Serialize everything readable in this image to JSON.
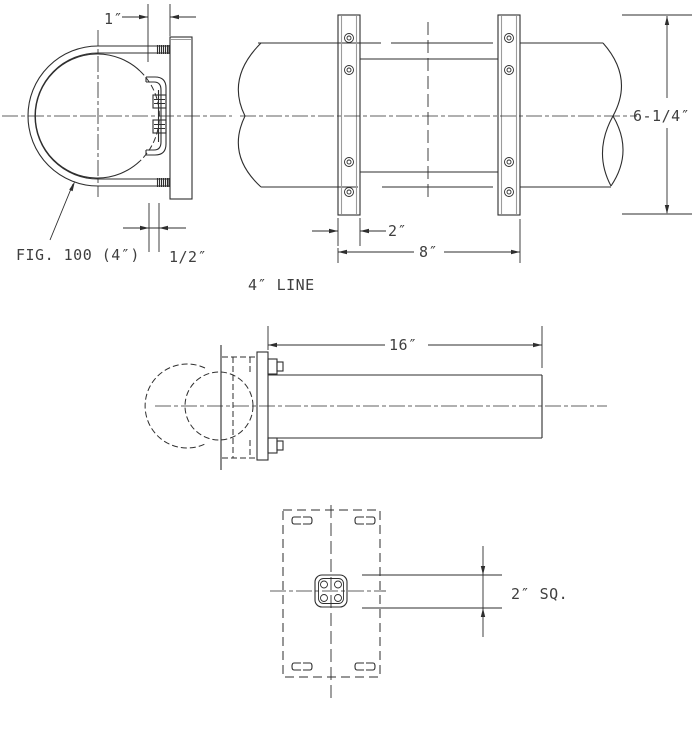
{
  "drawing": {
    "labels": {
      "figure": "FIG. 100 (4″)",
      "line4": "4″ LINE"
    },
    "dims": {
      "one": "1″",
      "half": "1/2″",
      "two": "2″",
      "eight": "8″",
      "six_quarter": "6-1/4″",
      "sixteen": "16″",
      "two_sq": "2″ SQ."
    },
    "colors": {
      "line": "#2e2e2e",
      "shade": "#9b9b9b",
      "text": "#3f3f3f",
      "background": "#ffffff"
    }
  }
}
